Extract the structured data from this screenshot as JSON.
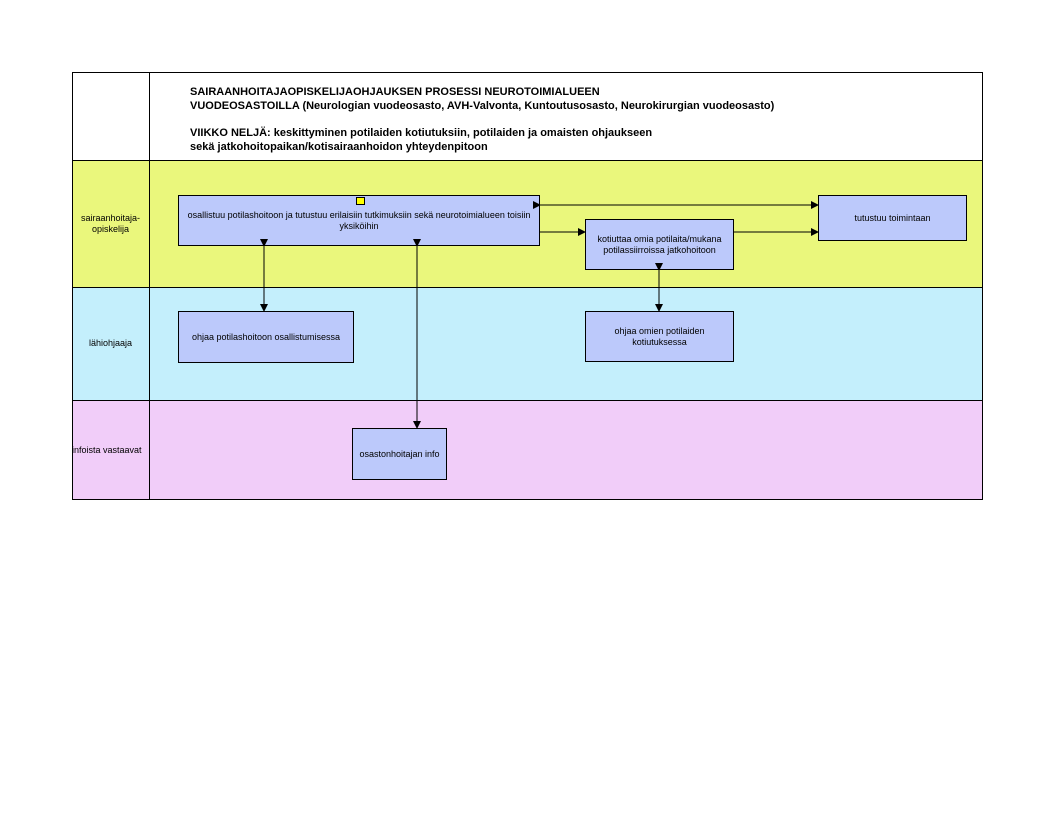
{
  "header": {
    "title_line1": "SAIRAANHOITAJAOPISKELIJAOHJAUKSEN PROSESSI NEUROTOIMIALUEEN",
    "title_line2": " VUODEOSASTOILLA (Neurologian vuodeosasto, AVH-Valvonta, Kuntoutusosasto, Neurokirurgian vuodeosasto)",
    "subtitle_line1": "VIIKKO NELJÄ: keskittyminen potilaiden kotiutuksiin, potilaiden ja omaisten ohjaukseen",
    "subtitle_line2": "sekä jatkohoitopaikan/kotisairaanhoidon yhteydenpitoon"
  },
  "lanes": [
    {
      "label": "sairaanhoitaja-\nopiskelija",
      "color": "#eaf77c"
    },
    {
      "label": "lähiohjaaja",
      "color": "#c4effc"
    },
    {
      "label": "infoista vastaavat",
      "color": "#f1cdf9"
    }
  ],
  "boxes": {
    "osallistuu": "osallistuu potilashoitoon ja tutustuu erilaisiin tutkimuksiin sekä neurotoimialueen toisiin yksiköihin",
    "kotiuttaa": "kotiuttaa omia potilaita/mukana potilassiirroissa jatkohoitoon",
    "tutustuu": "tutustuu toimintaan",
    "ohjaa_potilashoitoon": "ohjaa potilashoitoon osallistumisessa",
    "ohjaa_kotiutuksessa": "ohjaa omien potilaiden kotiutuksessa",
    "osastonhoitajan": "osastonhoitajan info"
  },
  "colors": {
    "box_fill": "#bcc9fb",
    "note_marker": "#ffff00"
  }
}
